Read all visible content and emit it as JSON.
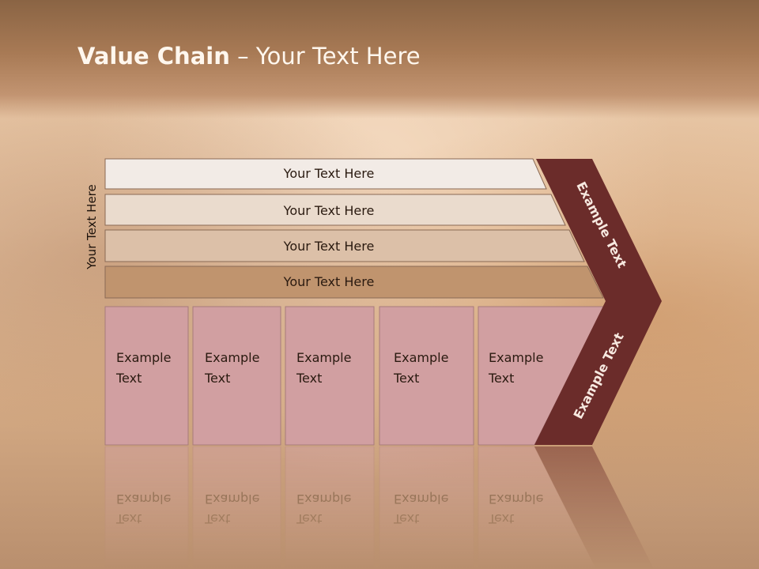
{
  "slide": {
    "title_bold": "Value Chain",
    "title_rest": " – Your Text Here",
    "vertical_label": "Your Text Here"
  },
  "rows": [
    {
      "label": "Your Text Here",
      "color": "#f2ebe6"
    },
    {
      "label": "Your Text Here",
      "color": "#eadbcd"
    },
    {
      "label": "Your Text Here",
      "color": "#dcc0a8"
    },
    {
      "label": "Your Text Here",
      "color": "#c0946e"
    }
  ],
  "boxes": [
    {
      "line1": "Example",
      "line2": "Text"
    },
    {
      "line1": "Example",
      "line2": "Text"
    },
    {
      "line1": "Example",
      "line2": "Text"
    },
    {
      "line1": "Example",
      "line2": "Text"
    },
    {
      "line1": "Example",
      "line2": "Text"
    }
  ],
  "arrow": {
    "upper_label": "Example Text",
    "lower_label": "Example Text",
    "color": "#6b2c2a"
  },
  "colors": {
    "box_fill": "#d19fa1",
    "title_text": "#fff7ee"
  }
}
